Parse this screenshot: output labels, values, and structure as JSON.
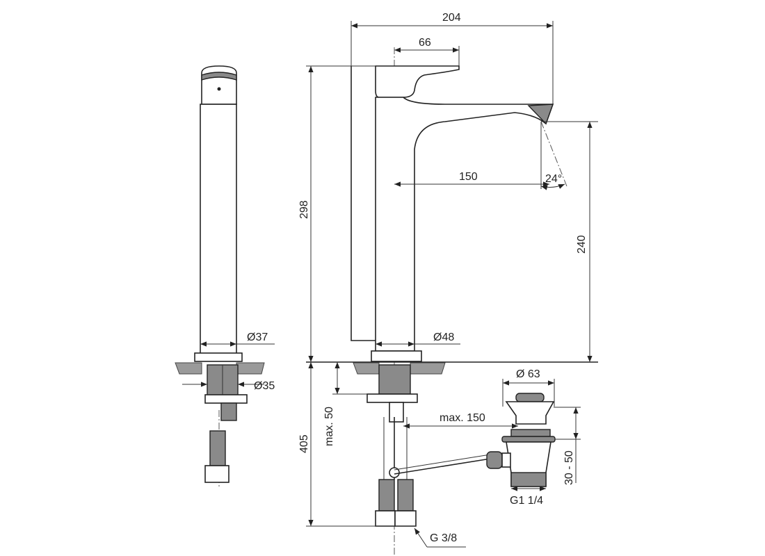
{
  "drawing": {
    "dimensions": {
      "overall_width": "204",
      "handle_depth": "66",
      "overall_height": "298",
      "spout_reach": "150",
      "spout_angle": "24°",
      "spout_height": "240",
      "side_body_diameter": "Ø37",
      "body_diameter": "Ø48",
      "fixing_diameter": "Ø35",
      "max_deck_thickness": "max. 50",
      "hose_length": "405",
      "waste_diameter": "Ø 63",
      "max_rod_distance": "max. 150",
      "waste_adjust": "30 - 50",
      "waste_thread": "G1 1/4",
      "supply_thread": "G 3/8"
    },
    "colors": {
      "line": "#222222",
      "hatch": "#9a9a9a"
    }
  }
}
